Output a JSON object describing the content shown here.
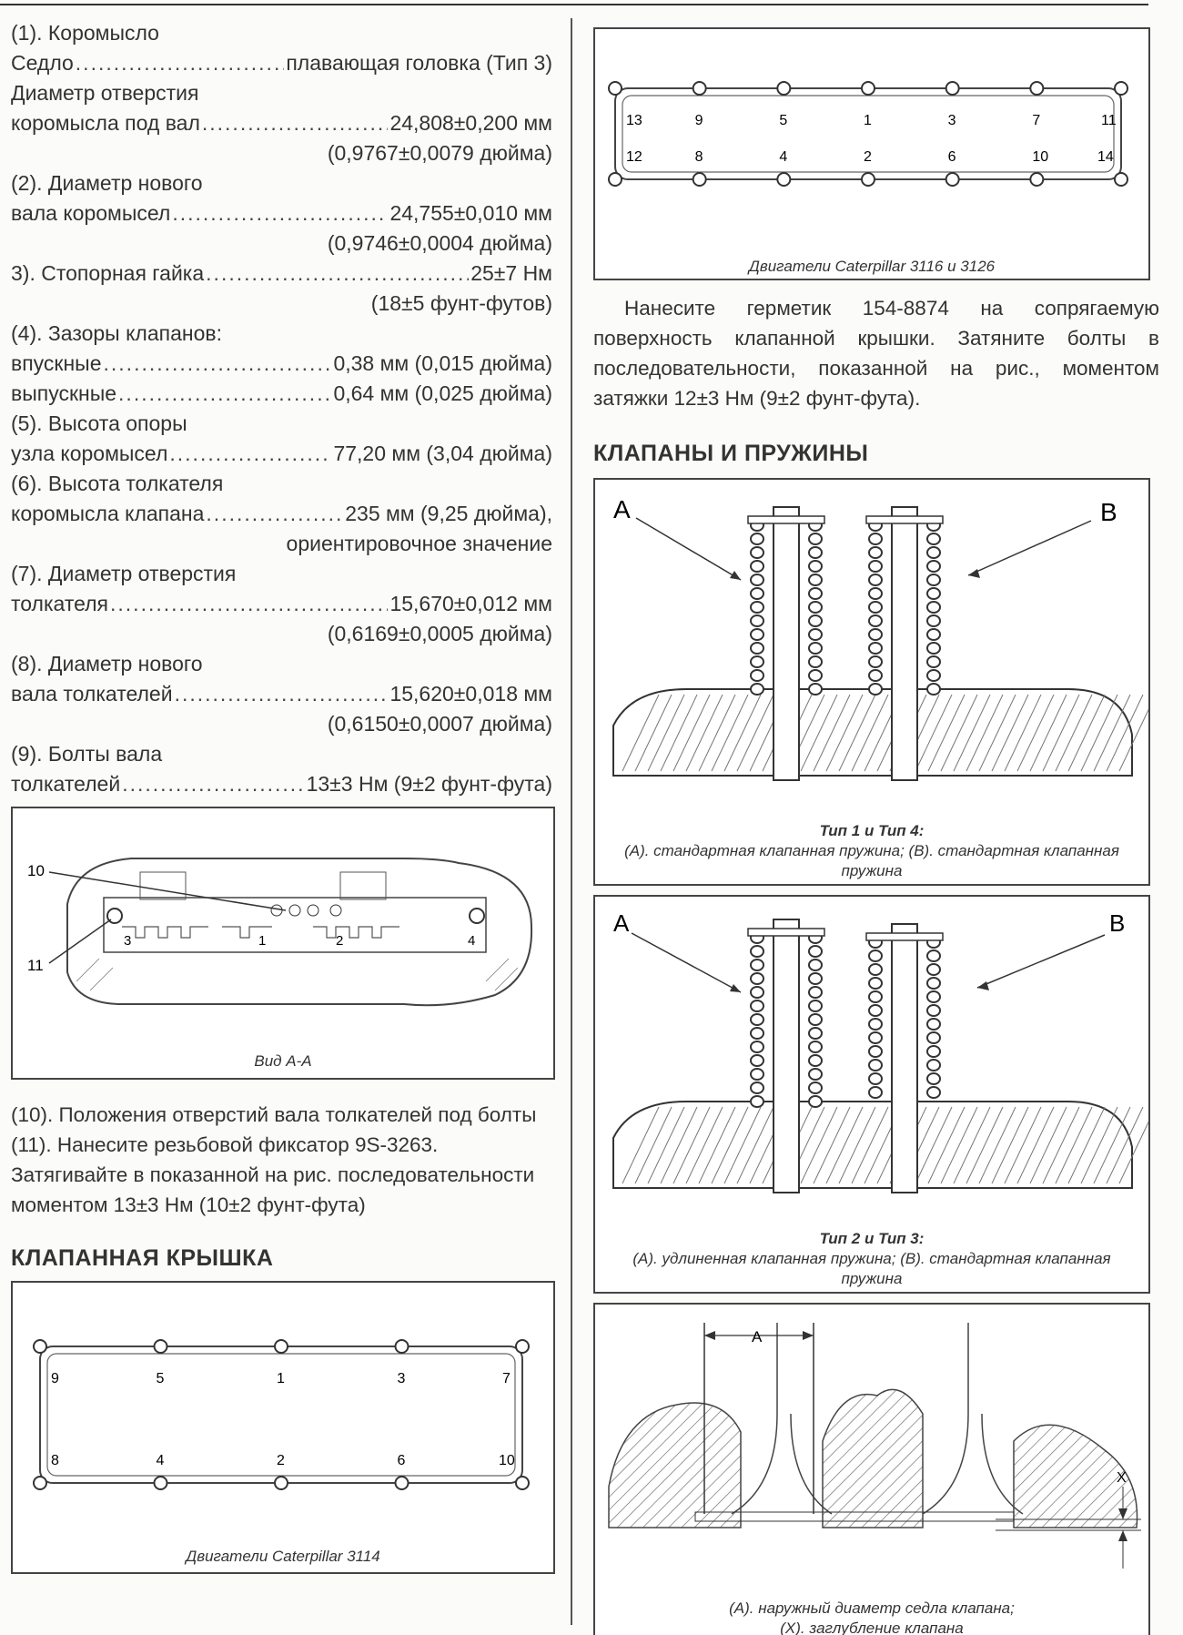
{
  "header": {
    "right_fragment": ""
  },
  "specs": [
    {
      "type": "plain",
      "text": "(1). Коромысло"
    },
    {
      "type": "dots",
      "left": "Седло",
      "right": "плавающая головка (Тип 3)"
    },
    {
      "type": "plain",
      "text": "Диаметр отверстия"
    },
    {
      "type": "dots",
      "left": "коромысла под вал",
      "right": "24,808±0,200 мм"
    },
    {
      "type": "right",
      "text": "(0,9767±0,0079 дюйма)"
    },
    {
      "type": "plain",
      "text": "(2). Диаметр нового"
    },
    {
      "type": "dots",
      "left": "вала коромысел",
      "right": "24,755±0,010 мм"
    },
    {
      "type": "right",
      "text": "(0,9746±0,0004 дюйма)"
    },
    {
      "type": "dots",
      "left": "3). Стопорная гайка",
      "right": "25±7 Нм"
    },
    {
      "type": "right",
      "text": "(18±5 фунт-футов)"
    },
    {
      "type": "plain",
      "text": "(4). Зазоры клапанов:"
    },
    {
      "type": "dots",
      "left": "впускные ",
      "right": "0,38 мм (0,015 дюйма)"
    },
    {
      "type": "dots",
      "left": "выпускные",
      "right": "0,64 мм (0,025 дюйма)"
    },
    {
      "type": "plain",
      "text": "(5). Высота опоры"
    },
    {
      "type": "dots",
      "left": "узла коромысел ",
      "right": "77,20 мм (3,04 дюйма)"
    },
    {
      "type": "plain",
      "text": "(6). Высота толкателя"
    },
    {
      "type": "dots",
      "left": "коромысла клапана",
      "right": "235 мм (9,25 дюйма),"
    },
    {
      "type": "right",
      "text": "ориентировочное значение"
    },
    {
      "type": "plain",
      "text": "(7). Диаметр отверстия"
    },
    {
      "type": "dots",
      "left": "толкателя",
      "right": "15,670±0,012 мм"
    },
    {
      "type": "right",
      "text": "(0,6169±0,0005 дюйма)"
    },
    {
      "type": "plain",
      "text": "(8). Диаметр нового"
    },
    {
      "type": "dots",
      "left": "вала толкателей",
      "right": "15,620±0,018 мм"
    },
    {
      "type": "right",
      "text": "(0,6150±0,0007 дюйма)"
    },
    {
      "type": "plain",
      "text": "(9). Болты вала"
    },
    {
      "type": "dots",
      "left": "толкателей",
      "right": "13±3 Нм (9±2 фунт-фута)"
    }
  ],
  "fig_view_aa": {
    "caption": "Вид А-А",
    "labels": {
      "l10": "10",
      "l11": "11",
      "n1": "1",
      "n2": "2",
      "n3": "3",
      "n4": "4"
    }
  },
  "notes": {
    "n10": "(10). Положения отверстий вала толкателей под болты",
    "n11": "(11). Нанесите резьбовой фиксатор 9S-3263. Затягивайте в показанной на рис. последовательности моментом 13±3 Нм (10±2 фунт-фута)"
  },
  "section_cover": {
    "title": "КЛАПАННАЯ КРЫШКА"
  },
  "fig_3114": {
    "caption": "Двигатели Caterpillar 3114",
    "top_numbers": [
      "9",
      "5",
      "1",
      "3",
      "7"
    ],
    "bottom_numbers": [
      "8",
      "4",
      "2",
      "6",
      "10"
    ]
  },
  "fig_3116": {
    "caption": "Двигатели Caterpillar 3116 и 3126",
    "top_numbers": [
      "13",
      "9",
      "5",
      "1",
      "3",
      "7",
      "11"
    ],
    "bottom_numbers": [
      "12",
      "8",
      "4",
      "2",
      "6",
      "10",
      "14"
    ]
  },
  "sealant_text": "Нанесите герметик 154-8874 на сопрягаемую поверхность клапанной крышки. Затяните болты в последовательности, показанной на рис., моментом затяжки 12±3 Нм (9±2 фунт-фута).",
  "section_valves": {
    "title": "КЛАПАНЫ И ПРУЖИНЫ"
  },
  "fig_type14": {
    "label_a": "A",
    "label_b": "B",
    "caption_title": "Тип 1 и Тип 4:",
    "caption_text": "(А). стандартная клапанная пружина; (В). стандартная клапанная пружина"
  },
  "fig_type23": {
    "label_a": "A",
    "label_b": "B",
    "caption_title": "Тип 2 и Тип 3:",
    "caption_text": "(А). удлиненная клапанная пружина; (В). стандартная клапанная пружина"
  },
  "fig_seat": {
    "label_a": "A",
    "label_x": "X",
    "caption_line1": "(А). наружный диаметр седла клапана;",
    "caption_line2": "(Х). заглубление клапана"
  }
}
